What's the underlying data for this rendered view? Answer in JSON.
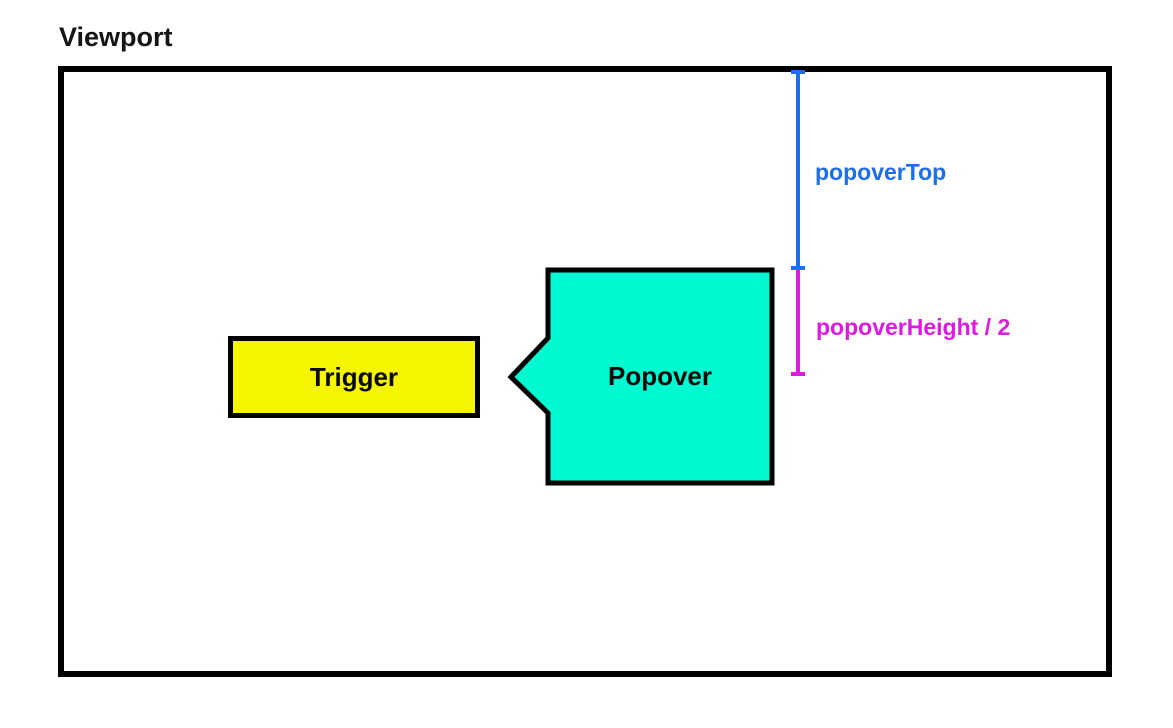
{
  "diagram": {
    "title": "Viewport",
    "trigger": {
      "label": "Trigger",
      "fill_color": "#F5F500",
      "border_color": "#000000"
    },
    "popover": {
      "label": "Popover",
      "fill_color": "#00F9D0",
      "border_color": "#000000"
    },
    "measurements": {
      "popover_top": {
        "label": "popoverTop",
        "color": "#1C6EEB"
      },
      "popover_half_height": {
        "label": "popoverHeight / 2",
        "color": "#E019E0"
      }
    }
  }
}
